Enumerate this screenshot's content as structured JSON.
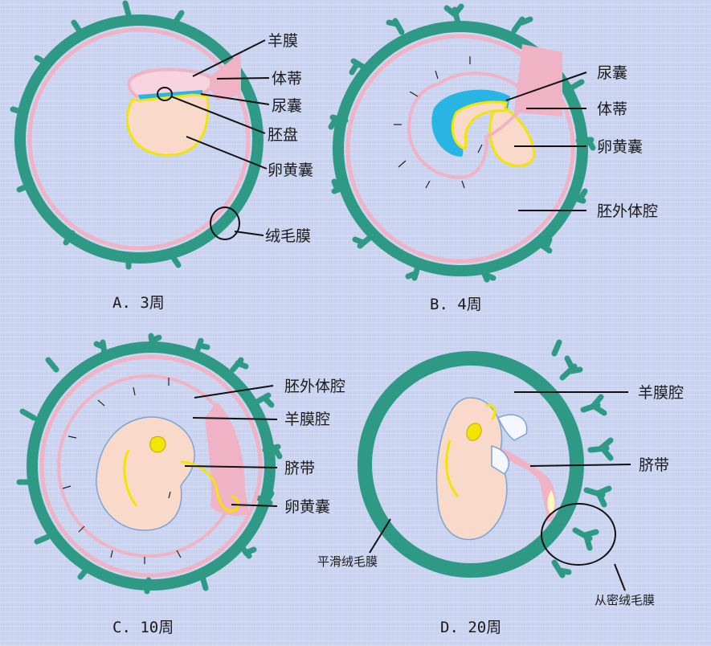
{
  "panels": {
    "a": {
      "caption": "A. 3周",
      "labels": {
        "amnion": "羊膜",
        "body_stalk": "体蒂",
        "allantois": "尿囊",
        "embryonic_disc": "胚盘",
        "yolk_sac": "卵黄囊",
        "chorion": "绒毛膜"
      }
    },
    "b": {
      "caption": "B. 4周",
      "labels": {
        "allantois": "尿囊",
        "body_stalk": "体蒂",
        "yolk_sac": "卵黄囊",
        "extraembryonic_coelom": "胚外体腔"
      }
    },
    "c": {
      "caption": "C. 10周",
      "labels": {
        "extraembryonic_coelom": "胚外体腔",
        "amniotic_cavity": "羊膜腔",
        "umbilical_cord": "脐带",
        "yolk_sac": "卵黄囊"
      }
    },
    "d": {
      "caption": "D. 20周",
      "labels": {
        "amniotic_cavity": "羊膜腔",
        "umbilical_cord": "脐带",
        "smooth_chorion": "平滑绒毛膜",
        "villous_chorion": "从密绒毛膜"
      }
    }
  },
  "colors": {
    "chorion": "#2e9a86",
    "amnion": "#f0b3c5",
    "embryo": "#f9d9c9",
    "yolk": "#f2e600",
    "allantois_cavity": "#29b5e3"
  }
}
